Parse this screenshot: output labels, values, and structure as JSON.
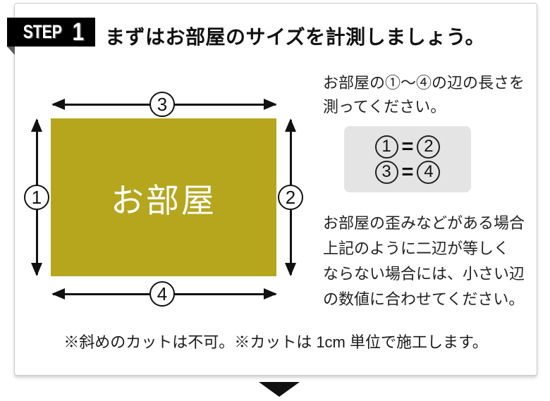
{
  "colors": {
    "room_fill": "#b5a61e",
    "badge_bg": "#000000",
    "eq_box_bg": "#e4e4e4",
    "fold": "#5c5c5c",
    "panel_border": "#cccccc"
  },
  "header": {
    "badge_step": "STEP",
    "badge_number": "1",
    "title": "まずはお部屋のサイズを計測しましょう。"
  },
  "diagram": {
    "room_label": "お部屋",
    "sides": {
      "s1": "1",
      "s2": "2",
      "s3": "3",
      "s4": "4"
    }
  },
  "instructions": {
    "para1_line1": "お部屋の①〜④の辺の長さを",
    "para1_line2": "測ってください。",
    "equations": {
      "row1_left": "1",
      "row1_right": "2",
      "row2_left": "3",
      "row2_right": "4",
      "equals": "="
    },
    "para2_line1": "お部屋の歪みなどがある場合",
    "para2_line2": "上記のように二辺が等しく",
    "para2_line3": "ならない場合には、小さい辺",
    "para2_line4": "の数値に合わせてください。"
  },
  "footer_note": "※斜めのカットは不可。※カットは 1cm 単位で施工します。"
}
